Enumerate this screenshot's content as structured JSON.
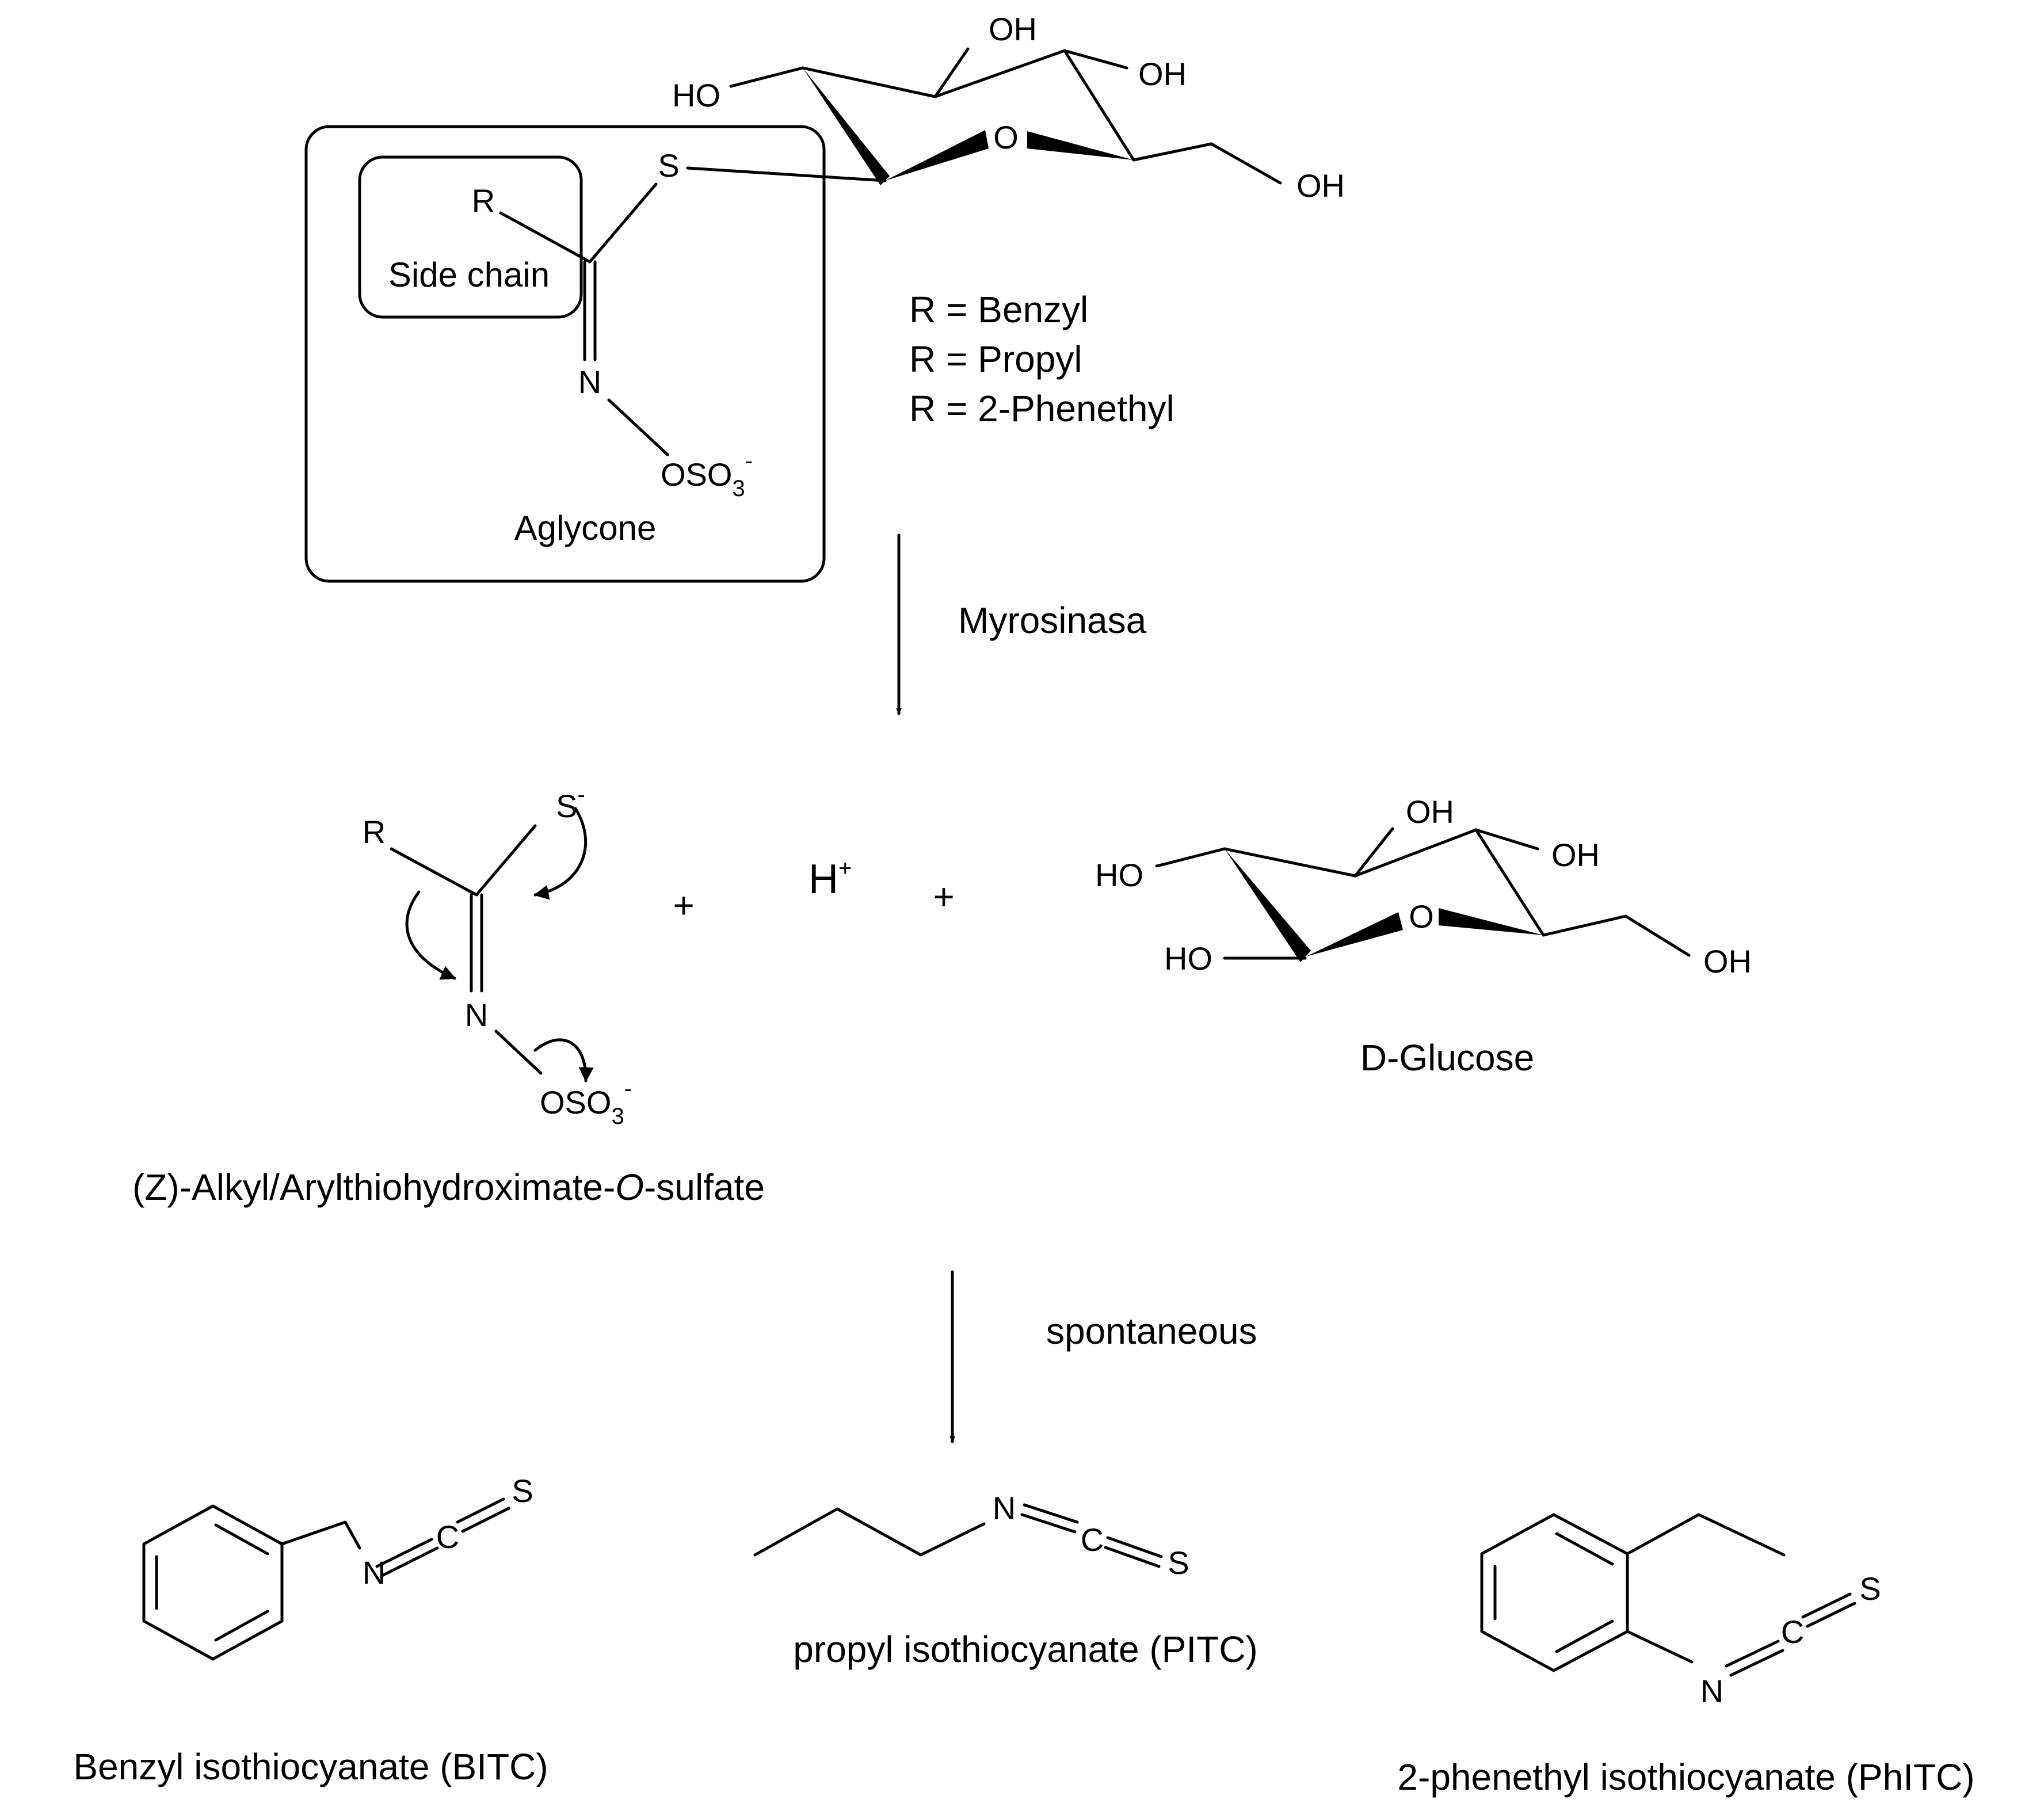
{
  "glucosinolate": {
    "atoms": {
      "ho_left": "HO",
      "oh_top": "OH",
      "oh_right": "OH",
      "oh_ch2": "OH",
      "ring_o": "O",
      "s": "S",
      "r": "R",
      "n": "N",
      "oso": "OSO",
      "sub3": "3",
      "charge": "-"
    },
    "side_chain_label": "Side chain",
    "aglycone_label": "Aglycone",
    "r_groups": [
      "R = Benzyl",
      "R = Propyl",
      "R = 2-Phenethyl"
    ]
  },
  "step1": {
    "enzyme": "Myrosinasa"
  },
  "intermediate": {
    "atoms": {
      "s": "S",
      "s_charge": "-",
      "r": "R",
      "n": "N",
      "oso": "OSO",
      "sub3": "3",
      "charge": "-"
    },
    "name_prefix": "(Z)-Alkyl/Arylthiohydroximate-",
    "name_italic": "O",
    "name_suffix": "-sulfate"
  },
  "plus": "+",
  "proton": {
    "h": "H",
    "charge": "+"
  },
  "glucose": {
    "atoms": {
      "ho_left": "HO",
      "ho_low": "HO",
      "oh_top": "OH",
      "oh_right": "OH",
      "oh_ch2": "OH",
      "ring_o": "O"
    },
    "name": "D-Glucose"
  },
  "step2": {
    "label": "spontaneous"
  },
  "products": [
    {
      "name": "Benzyl isothiocyanate (BITC)",
      "atoms": {
        "n": "N",
        "c": "C",
        "s": "S"
      }
    },
    {
      "name": "propyl isothiocyanate (PITC)",
      "atoms": {
        "n": "N",
        "c": "C",
        "s": "S"
      }
    },
    {
      "name": "2-phenethyl isothiocyanate (PhITC)",
      "atoms": {
        "n": "N",
        "c": "C",
        "s": "S"
      }
    }
  ]
}
